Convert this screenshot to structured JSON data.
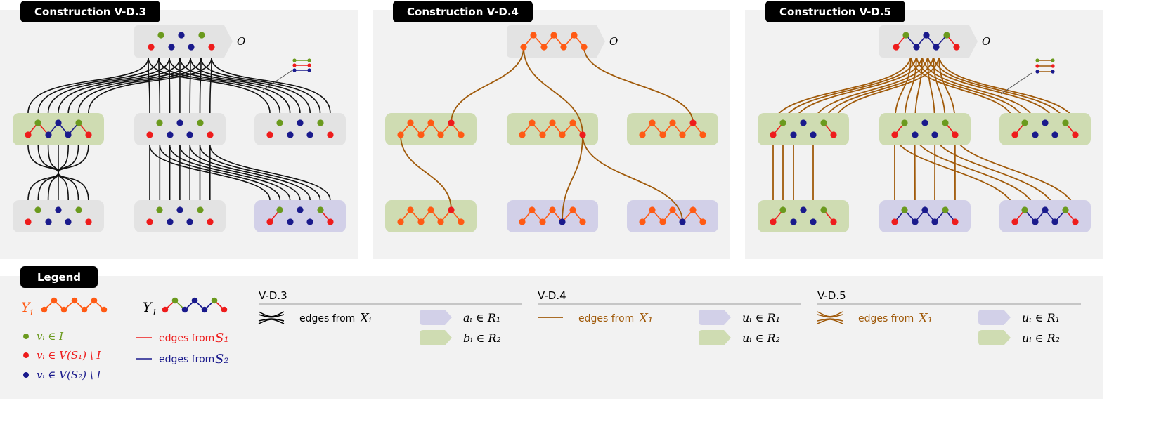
{
  "panels": [
    {
      "title": "Construction V-D.3",
      "top_label": "O"
    },
    {
      "title": "Construction V-D.4",
      "top_label": "O"
    },
    {
      "title": "Construction V-D.5",
      "top_label": "O"
    }
  ],
  "legend": {
    "title": "Legend",
    "y_i": "Y",
    "y_i_sub": "i",
    "y_1": "Y",
    "y_1_sub": "1",
    "v_in_I": "vᵢ ∈ I",
    "v_in_S1": "vᵢ ∈ V(S₁) \\ I",
    "v_in_S2": "vᵢ ∈ V(S₂) \\ I",
    "edges_S1_text": "edges from",
    "edges_S1_var": "S₁",
    "edges_S2_text": "edges from",
    "edges_S2_var": "S₂",
    "sections": [
      {
        "heading": "V-D.3",
        "edges_text": "edges from",
        "edges_var": "Xᵢ",
        "r1": "aᵢ ∈ R₁",
        "r2": "bᵢ ∈ R₂"
      },
      {
        "heading": "V-D.4",
        "edges_text": "edges from",
        "edges_var": "X₁",
        "r1": "uᵢ ∈ R₁",
        "r2": "uᵢ ∈ R₂"
      },
      {
        "heading": "V-D.5",
        "edges_text": "edges from",
        "edges_var": "X₁",
        "r1": "uᵢ ∈ R₁",
        "r2": "uᵢ ∈ R₂"
      }
    ]
  },
  "colors": {
    "green_node": "#6b9a1e",
    "red_node": "#ee1c1c",
    "blue_node": "#1a1a8c",
    "orange_node": "#ff5a14",
    "brown_edge": "#a05a0a",
    "box_gray": "#e3e3e3",
    "box_green": "#cfdcb2",
    "box_purple": "#d2d0e8"
  }
}
